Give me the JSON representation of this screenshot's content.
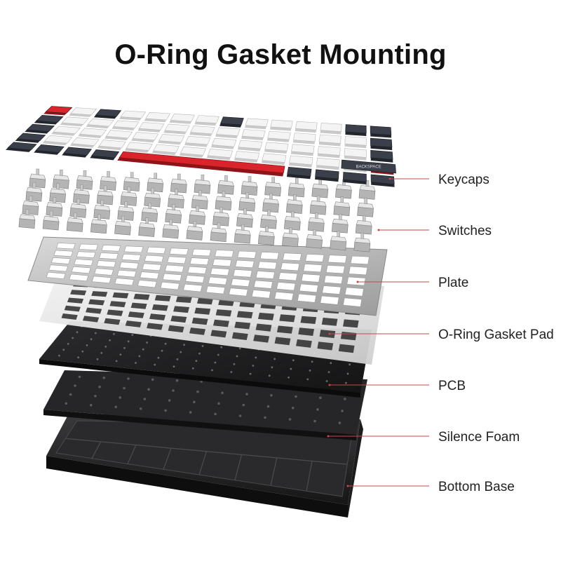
{
  "title": "O-Ring Gasket Mounting",
  "colors": {
    "accent_red": "#d9242b",
    "leader_line": "#c8464a",
    "text": "#222222"
  },
  "layers": [
    {
      "id": "keycaps",
      "label": "Keycaps"
    },
    {
      "id": "switches",
      "label": "Switches"
    },
    {
      "id": "plate",
      "label": "Plate"
    },
    {
      "id": "gasket",
      "label": "O-Ring Gasket Pad"
    },
    {
      "id": "pcb",
      "label": "PCB"
    },
    {
      "id": "foam",
      "label": "Silence Foam"
    },
    {
      "id": "base",
      "label": "Bottom Base"
    }
  ],
  "keycap_legends": {
    "backspace": "BACKSPACE"
  }
}
